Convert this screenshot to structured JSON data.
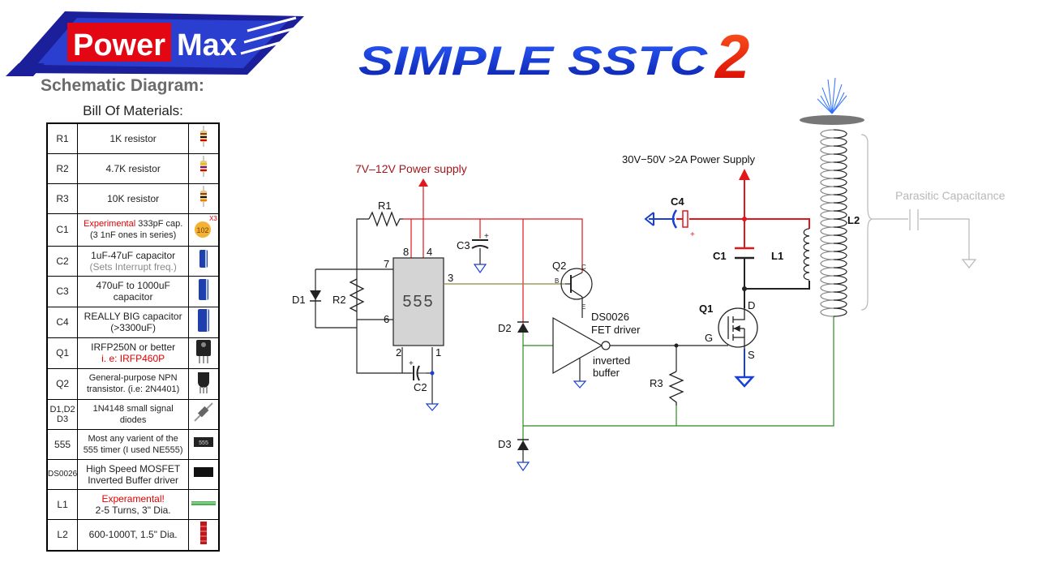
{
  "logo": {
    "word1": "Power",
    "word2": "Max"
  },
  "subtitle": "Schematic Diagram:",
  "title": {
    "main": "SIMPLE SSTC",
    "number": "2"
  },
  "bom": {
    "title": "Bill Of Materials:",
    "rows": [
      {
        "ref": "R1",
        "desc": "1K resistor"
      },
      {
        "ref": "R2",
        "desc": "4.7K  resistor"
      },
      {
        "ref": "R3",
        "desc": "10K resistor"
      },
      {
        "ref": "C1",
        "desc_red": "Experimental",
        "desc": " 333pF cap.",
        "desc2": "(3  1nF ones in series)",
        "badge_text": "102",
        "badge_mult": "X3"
      },
      {
        "ref": "C2",
        "desc": "1uF-47uF   capacitor",
        "desc2_gray": "(Sets Interrupt freq.)"
      },
      {
        "ref": "C3",
        "desc": "470uF to 1000uF",
        "desc2": "capacitor"
      },
      {
        "ref": "C4",
        "desc": "REALLY BIG capacitor",
        "desc2": "(>3300uF)"
      },
      {
        "ref": "Q1",
        "desc": "IRFP250N or better",
        "desc2_red": "i. e: IRFP460P"
      },
      {
        "ref": "Q2",
        "desc": "General-purpose NPN",
        "desc2": "transistor. (i.e: 2N4401)"
      },
      {
        "ref": "D1,D2",
        "ref2": "D3",
        "desc": "1N4148 small signal",
        "desc2": "diodes"
      },
      {
        "ref": "555",
        "desc": "Most any varient of the",
        "desc2": "555 timer (I used NE555)",
        "chip_text": "555"
      },
      {
        "ref": "DS0026",
        "desc": "High Speed MOSFET",
        "desc2": "Inverted Buffer driver"
      },
      {
        "ref": "L1",
        "desc_red": "Experamental!",
        "desc2": "2-5 Turns, 3\" Dia."
      },
      {
        "ref": "L2",
        "desc": "600-1000T, 1.5\" Dia."
      }
    ]
  },
  "schematic": {
    "supply_low": "7V–12V Power supply",
    "supply_high": "30V−50V >2A  Power Supply",
    "r1": "R1",
    "r2": "R2",
    "r3": "R3",
    "d1": "D1",
    "d2": "D2",
    "d3": "D3",
    "c1": "C1",
    "c2": "C2",
    "c3": "C3",
    "c4": "C4",
    "q1": "Q1",
    "q2": "Q2",
    "l1": "L1",
    "l2": "L2",
    "chip": "555",
    "pin8": "8",
    "pin4": "4",
    "pin7": "7",
    "pin6": "6",
    "pin3": "3",
    "pin2": "2",
    "pin1": "1",
    "q2_c": "C",
    "q2_b": "B",
    "q2_e": "E",
    "q1_d": "D",
    "q1_g": "G",
    "q1_s": "S",
    "driver_line1": "DS0026",
    "driver_line2": "FET driver",
    "inv_line1": "inverted",
    "inv_line2": "buffer",
    "parasitic": "Parasitic Capacitance",
    "plus": "+"
  },
  "colors": {
    "red_wire": "#e0181c",
    "green_wire": "#2a8a1e",
    "olive_wire": "#8a8a3a",
    "ground": "#1a3fd6",
    "chip": "#d4d4d4"
  }
}
